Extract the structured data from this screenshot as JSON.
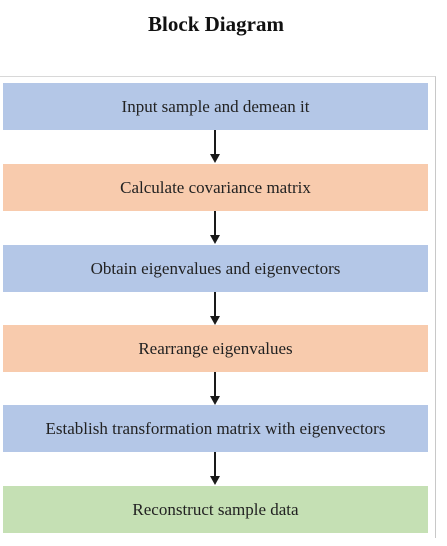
{
  "title": "Block Diagram",
  "colors": {
    "blue": "#b4c7e7",
    "orange": "#f8cbad",
    "green": "#c5e0b4",
    "arrow": "#1a1a1a"
  },
  "steps": [
    {
      "label": "Input sample and demean it",
      "color": "blue"
    },
    {
      "label": "Calculate covariance matrix",
      "color": "orange"
    },
    {
      "label": "Obtain eigenvalues and eigenvectors",
      "color": "blue"
    },
    {
      "label": "Rearrange eigenvalues",
      "color": "orange"
    },
    {
      "label": "Establish transformation matrix with eigenvectors",
      "color": "blue"
    },
    {
      "label": "Reconstruct sample data",
      "color": "green"
    }
  ]
}
